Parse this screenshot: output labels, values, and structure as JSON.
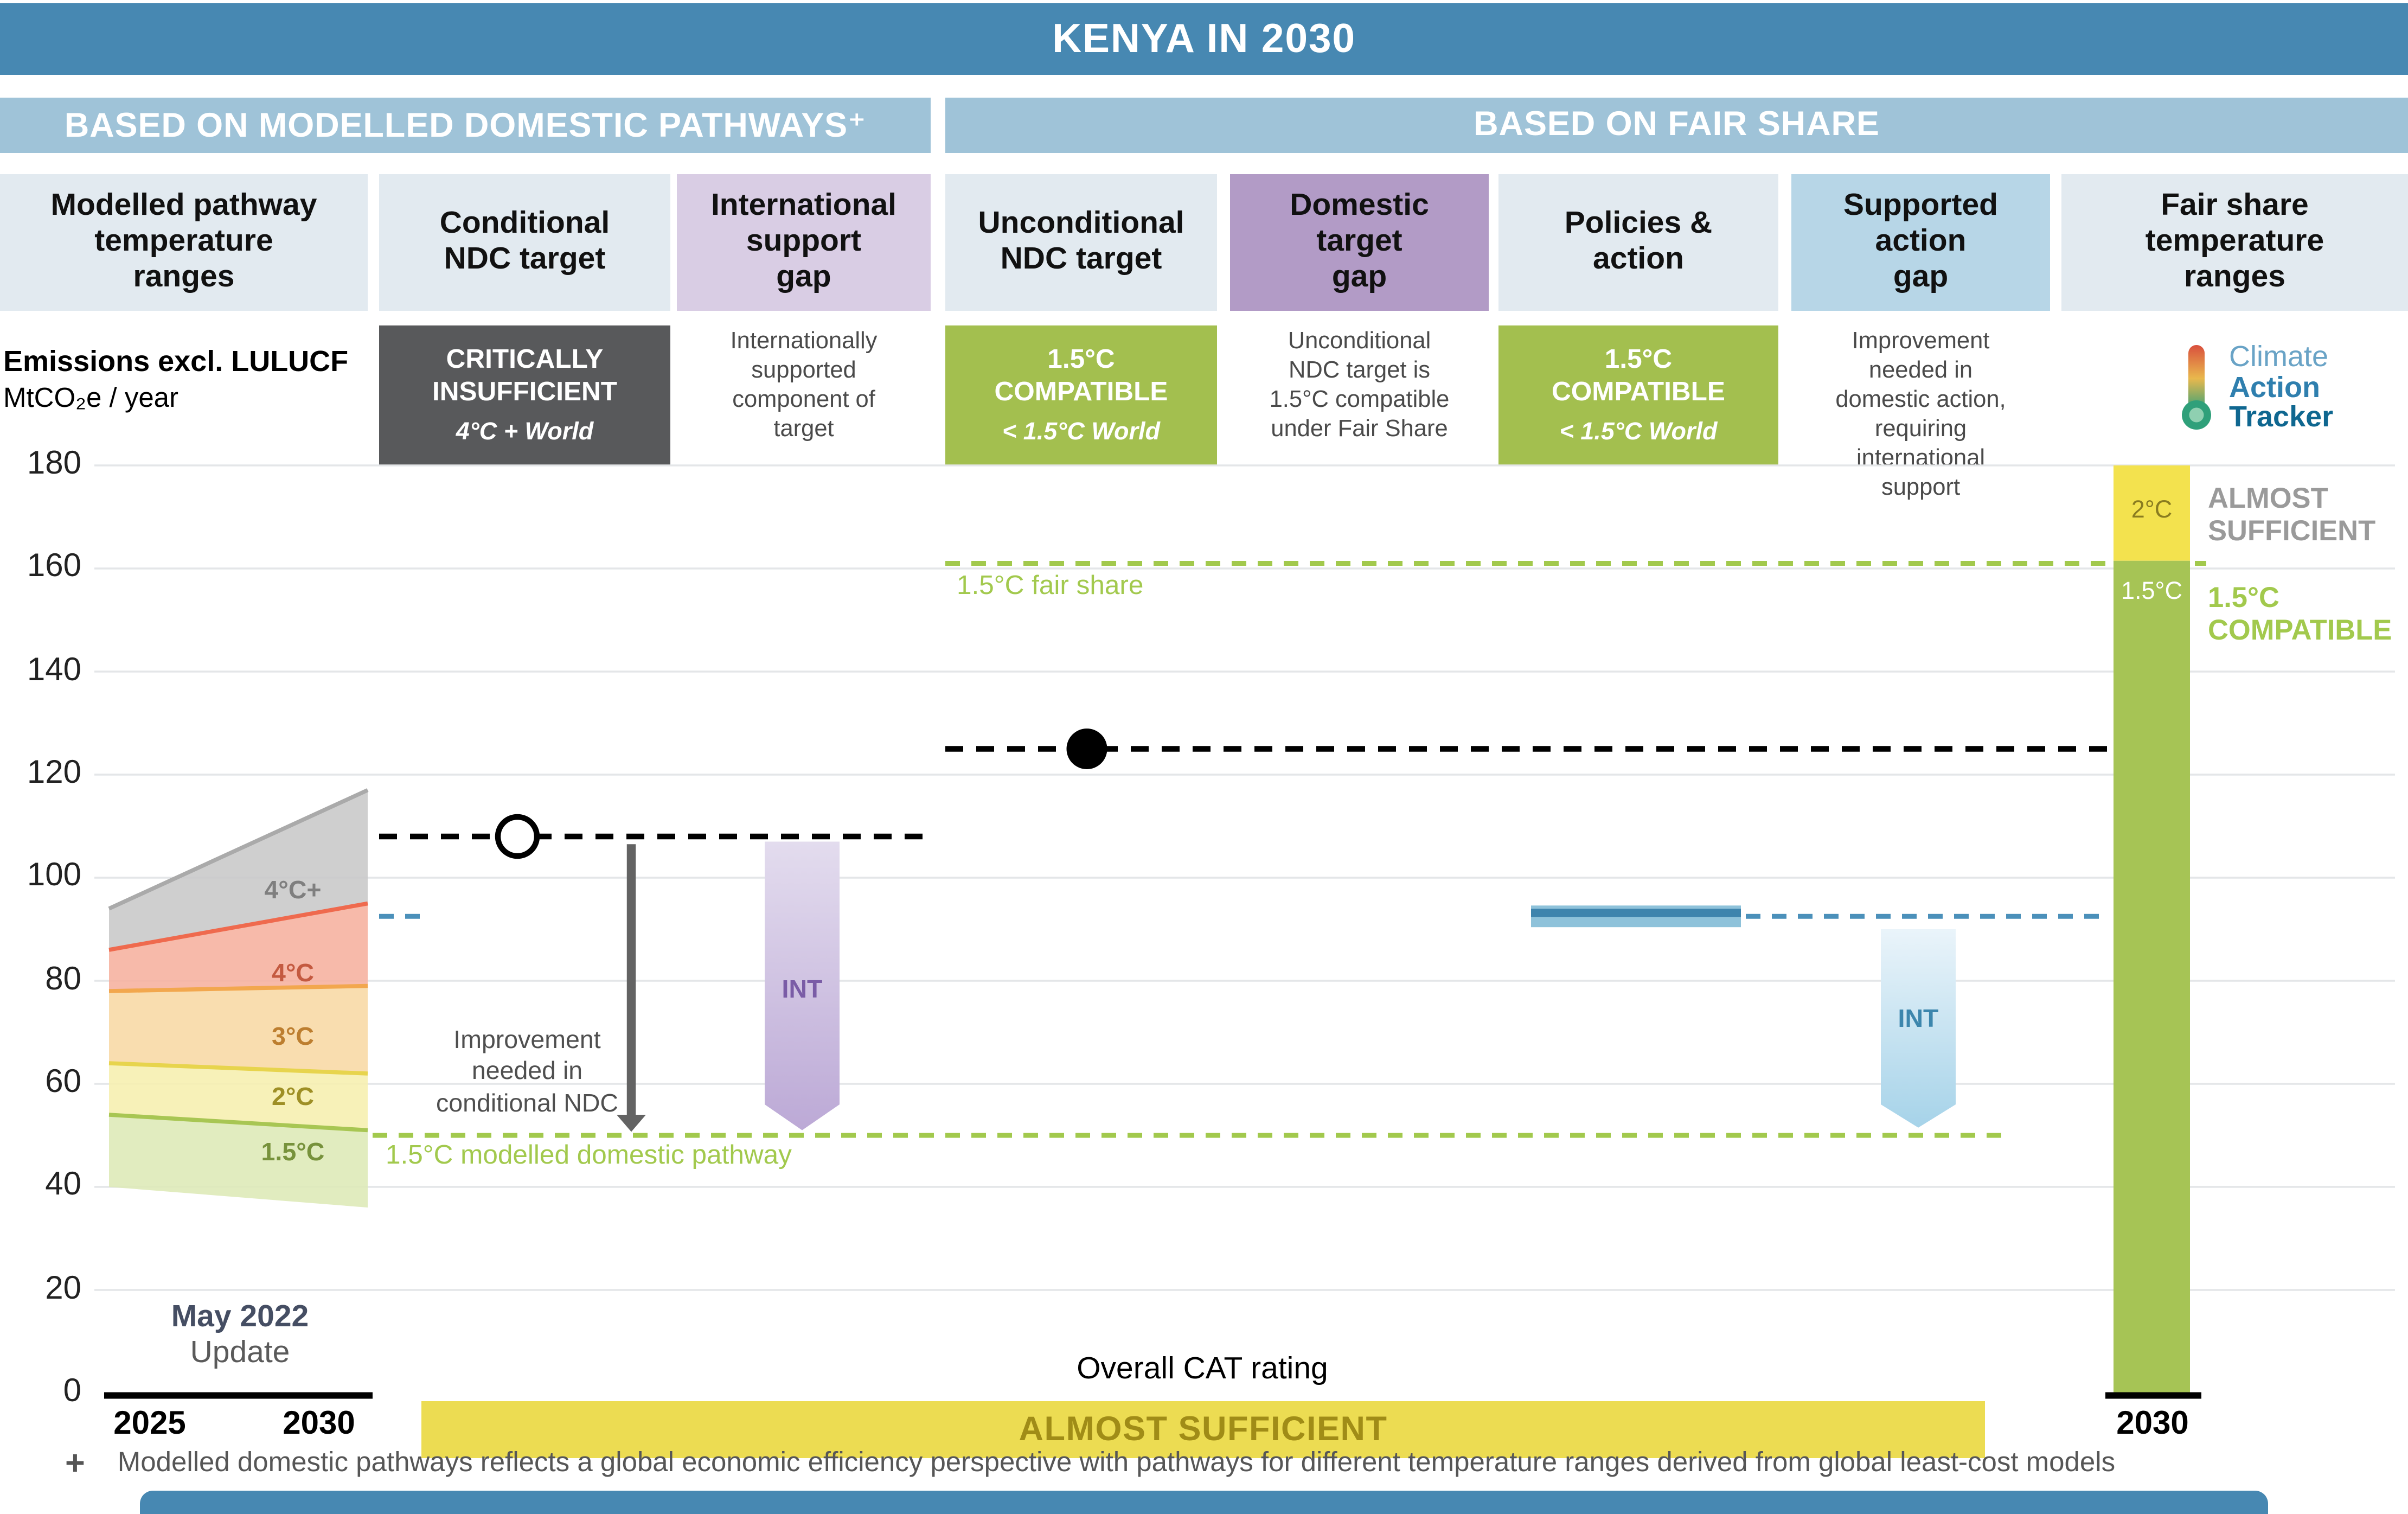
{
  "title": "KENYA IN 2030",
  "sections": {
    "left": "BASED ON MODELLED DOMESTIC PATHWAYS⁺",
    "right": "BASED ON FAIR SHARE"
  },
  "columns": [
    "Modelled pathway\ntemperature\nranges",
    "Conditional\nNDC target",
    "International\nsupport\ngap",
    "Unconditional\nNDC target",
    "Domestic\ntarget\ngap",
    "Policies &\naction",
    "Supported\naction\ngap",
    "Fair share\ntemperature\nranges"
  ],
  "axis_unit": {
    "line1": "Emissions excl. LULUCF",
    "line2": "MtCO₂e / year"
  },
  "ratings": {
    "conditional": {
      "label": "CRITICALLY\nINSUFFICIENT",
      "world": "4°C + World",
      "color": "#58595b"
    },
    "unconditional": {
      "label": "1.5°C\nCOMPATIBLE",
      "world": "< 1.5°C World",
      "color": "#a3bf4f"
    },
    "policies": {
      "label": "1.5°C\nCOMPATIBLE",
      "world": "< 1.5°C World",
      "color": "#a3bf4f"
    },
    "international_support_note": "Internationally\nsupported\ncomponent of\ntarget",
    "domestic_gap_note": "Unconditional\nNDC target is\n1.5°C compatible\nunder Fair Share",
    "supported_gap_note": "Improvement\nneeded in\ndomestic action,\nrequiring\ninternational\nsupport"
  },
  "annotations": {
    "fair_share_line": "1.5°C fair share",
    "domestic_pathway_line": "1.5°C modelled domestic pathway",
    "improvement_conditional": "Improvement\nneeded in\nconditional NDC",
    "int_purple": "INT",
    "int_blue": "INT",
    "update_line1": "May 2022",
    "update_line2": "Update",
    "overall_label": "Overall CAT rating",
    "overall_value": "ALMOST SUFFICIENT",
    "side_almost": "ALMOST\nSUFFICIENT",
    "side_compatible": "1.5°C\nCOMPATIBLE",
    "x_left_start": "2025",
    "x_left_end": "2030",
    "x_right": "2030"
  },
  "logo": {
    "line1": "Climate",
    "line2": "Action",
    "line3": "Tracker"
  },
  "footnote": {
    "marker": "+",
    "text": "Modelled domestic pathways reflects a global economic efficiency perspective with pathways for different temperature ranges derived from global least-cost models"
  },
  "chart_data": {
    "type": "area",
    "title": "KENYA IN 2030",
    "ylabel": "Emissions excl. LULUCF (MtCO₂e / year)",
    "ylim": [
      0,
      180
    ],
    "yticks": [
      0,
      20,
      40,
      60,
      80,
      100,
      120,
      140,
      160,
      180
    ],
    "x_years": [
      2025,
      2030
    ],
    "grid": true,
    "bands": [
      {
        "name": "4°C+",
        "fill": "#c8c8c8",
        "edge": "#aaaaaa",
        "label_color": "#7f7f7f",
        "y2025": [
          86,
          94
        ],
        "y2030": [
          95,
          117
        ],
        "label_at": 97
      },
      {
        "name": "4°C",
        "fill": "#f6b09e",
        "edge": "#ef6a4e",
        "label_color": "#c45a40",
        "y2025": [
          78,
          86
        ],
        "y2030": [
          79,
          95
        ],
        "label_at": 81
      },
      {
        "name": "3°C",
        "fill": "#f8d8a4",
        "edge": "#f2a74e",
        "label_color": "#bd7e2f",
        "y2025": [
          64,
          78
        ],
        "y2030": [
          62,
          79
        ],
        "label_at": 68.5
      },
      {
        "name": "2°C",
        "fill": "#f6efae",
        "edge": "#e7d44d",
        "label_color": "#9e8f25",
        "y2025": [
          54,
          64
        ],
        "y2030": [
          51,
          62
        ],
        "label_at": 57
      },
      {
        "name": "1.5°C",
        "fill": "#dde9b6",
        "edge": "#a8c653",
        "label_color": "#77923c",
        "y2025": [
          40,
          54
        ],
        "y2030": [
          36,
          51
        ],
        "label_at": 46
      }
    ],
    "markers": {
      "conditional_ndc_target": 108,
      "unconditional_ndc_target": 125,
      "fair_share_1_5": 161,
      "modelled_domestic_1_5": 50,
      "policies_action_level": 92.5,
      "policies_action_range": [
        90.4,
        94.6
      ]
    },
    "fair_share_bar": {
      "segments": [
        {
          "label": "2°C",
          "range": [
            161.5,
            180
          ],
          "color": "#f3e24e"
        },
        {
          "label": "1.5°C",
          "range": [
            0,
            161.5
          ],
          "color": "#a6c455"
        }
      ]
    },
    "legend_colors": {
      "green": "#a2c94d",
      "blue": "#4b90ba",
      "black": "#000000"
    }
  }
}
